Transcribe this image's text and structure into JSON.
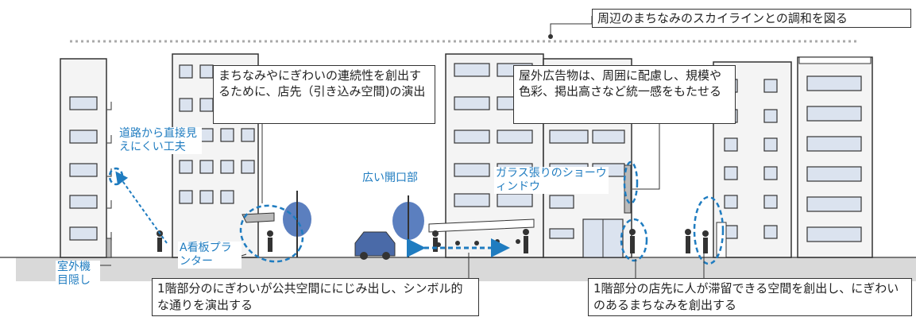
{
  "callouts": {
    "skyline": "周辺のまちなみのスカイラインとの調和を図る",
    "continuity": "まちなみやにぎわいの連続性を創出するために、店先（引き込み空間)の演出",
    "advertising": "屋外広告物は、周囲に配慮し、規模や色彩、掲出高さなど統一感をもたせる",
    "bottom_left": "1階部分のにぎわいが公共空間ににじみ出し、シンボル的な通りを演出する",
    "bottom_right": "1階部分の店先に人が滞留できる空間を創出し、にぎわいのあるまちなみを創出する"
  },
  "labels": {
    "road_view": "道路から直接見えにくい工夫",
    "ac_screen": "室外機目隠し",
    "sign_planter": "A看板プランター",
    "wide_opening": "広い開口部",
    "glass_window": "ガラス張りのショーウィンドウ"
  },
  "colors": {
    "accent_blue": "#1f7cc0",
    "building_fill": "#f4f4f4",
    "window_fill": "#dbe3ef",
    "outline": "#333333",
    "ground": "#d9d9d9",
    "tree": "#5b7fbf"
  }
}
